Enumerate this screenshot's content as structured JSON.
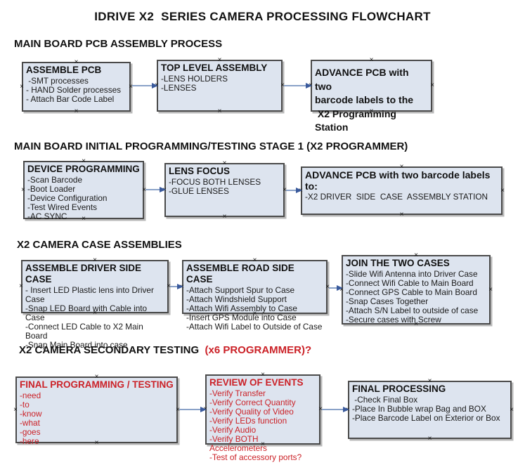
{
  "title": "IDRIVE X2  SERIES CAMERA PROCESSING FLOWCHART",
  "colors": {
    "box_fill": "#dde4ef",
    "box_border": "#4a4a4a",
    "connector": "#8aa2c8",
    "arrowhead": "#3a5a9c",
    "red": "#cb2127",
    "handle": "#161616"
  },
  "icons": {
    "connection_handle": "×"
  },
  "sections": [
    {
      "heading": "MAIN BOARD PCB ASSEMBLY PROCESS",
      "heading_suffix": "",
      "boxes": [
        {
          "title": "ASSEMBLE PCB",
          "items": [
            " -SMT processes",
            "- HAND Solder processes",
            "- Attach Bar Code Label"
          ]
        },
        {
          "title": "TOP LEVEL ASSEMBLY",
          "items": [
            "-LENS HOLDERS",
            "-LENSES"
          ]
        },
        {
          "title": "",
          "variant": "note-bold",
          "items": [
            "ADVANCE PCB with two",
            "barcode labels to the",
            " X2 Programming Station"
          ]
        }
      ]
    },
    {
      "heading": "MAIN BOARD INITIAL PROGRAMMING/TESTING STAGE 1 (X2 PROGRAMMER)",
      "heading_suffix": "",
      "boxes": [
        {
          "title": "DEVICE PROGRAMMING",
          "items": [
            "-Scan Barcode",
            "-Boot Loader",
            "-Device Configuration",
            "-Test Wired Events",
            "-AC SYNC"
          ]
        },
        {
          "title": "LENS FOCUS",
          "items": [
            "-FOCUS BOTH LENSES",
            "-GLUE LENSES"
          ]
        },
        {
          "title": "ADVANCE PCB with two barcode labels to:",
          "variant": "wide-title",
          "items": [
            "-X2 DRIVER  SIDE  CASE  ASSEMBLY STATION"
          ]
        }
      ]
    },
    {
      "heading": "X2 CAMERA CASE ASSEMBLIES",
      "heading_suffix": "",
      "boxes": [
        {
          "title": "ASSEMBLE DRIVER SIDE CASE",
          "items": [
            "- Insert LED Plastic lens into Driver Case",
            "-Snap LED Board with Cable into Case",
            "-Connect LED Cable to X2 Main Board",
            "-Snap Main Board into case"
          ]
        },
        {
          "title": "ASSEMBLE ROAD SIDE CASE",
          "items": [
            "-Attach Support Spur to Case",
            "-Attach Windshield Support",
            "-Attach Wifi Assembly to Case",
            "-Insert GPS Module into Case",
            "-Attach Wifi Label to Outside of Case"
          ]
        },
        {
          "title": "JOIN THE TWO CASES",
          "items": [
            "-Slide Wifi Antenna into Driver Case",
            "-Connect Wifi Cable to Main Board",
            "-Connect GPS Cable to Main Board",
            "-Snap Cases Together",
            "-Attach S/N Label to outside of case",
            "-Secure cases with Screw"
          ]
        }
      ]
    },
    {
      "heading": "X2 CAMERA SECONDARY TESTING",
      "heading_suffix": "  (x6 PROGRAMMER)?",
      "boxes": [
        {
          "title": "FINAL PROGRAMMING / TESTING",
          "variant": "red",
          "items": [
            "-need",
            "-to",
            "-know",
            "-what",
            "-goes",
            "-here"
          ]
        },
        {
          "title": "REVIEW OF EVENTS",
          "variant": "red",
          "items": [
            "-Verify Transfer",
            "-Verify Correct Quantity",
            "-Verify Quality of Video",
            "-Verify LEDs function",
            "-Verify Audio",
            "-Verify BOTH Accelerometers",
            "-Test of accessory ports?"
          ]
        },
        {
          "title": "FINAL PROCESSING",
          "items": [
            " -Check Final Box",
            "-Place In Bubble wrap Bag and BOX",
            "-Place Barcode Label on Exterior or Box"
          ]
        }
      ]
    }
  ]
}
